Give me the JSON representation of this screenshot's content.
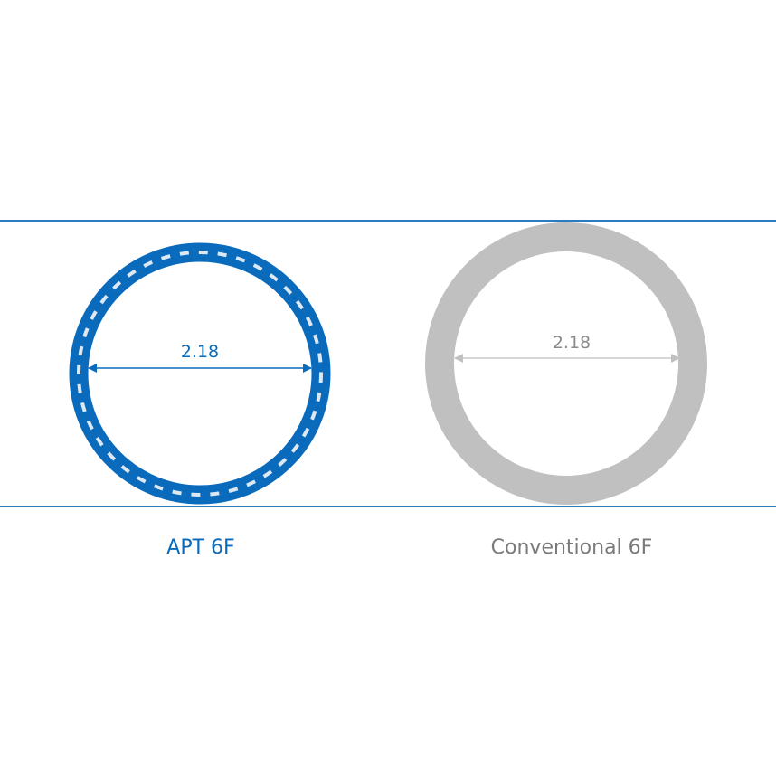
{
  "colors": {
    "accent": "#0a6bbd",
    "conventional": "#c0c0c0",
    "conventional_text": "#7a7a7a",
    "background": "#ffffff",
    "dash": "#dde8f2"
  },
  "apt": {
    "dimension_label": "2.18",
    "caption": "APT 6F"
  },
  "conventional": {
    "dimension_label": "2.18",
    "caption": "Conventional 6F"
  }
}
